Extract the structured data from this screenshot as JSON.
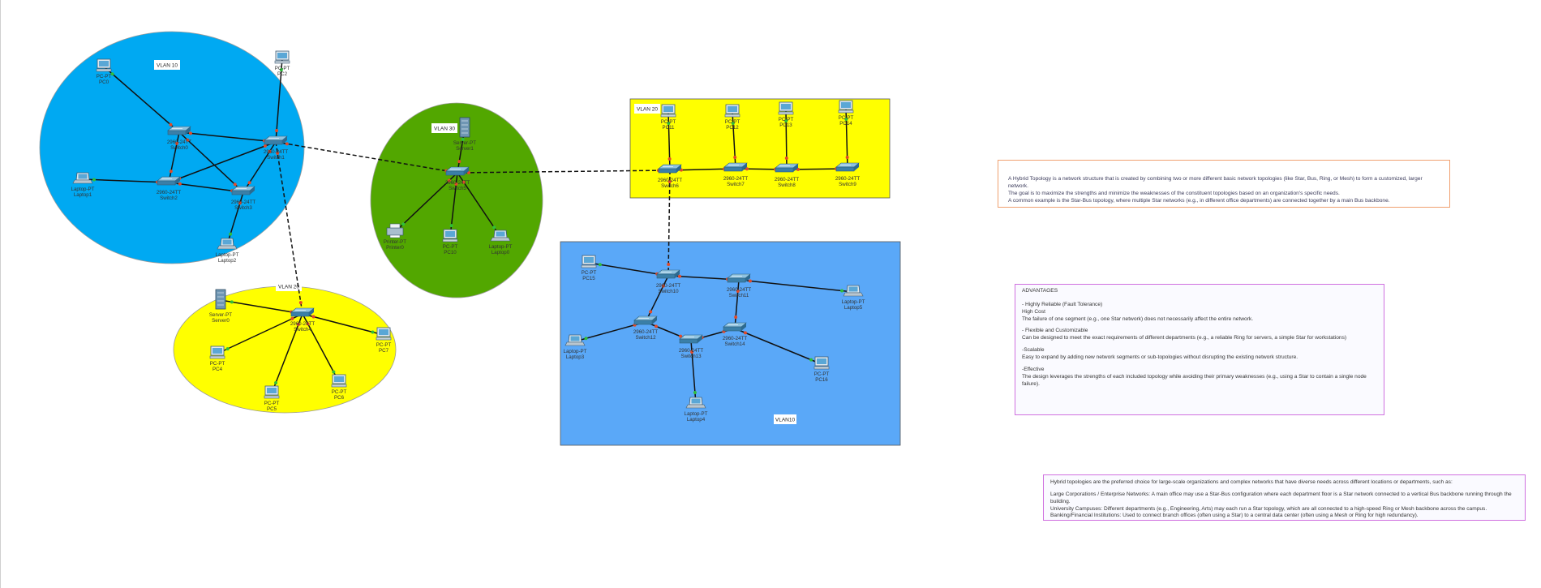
{
  "zones": [
    {
      "id": "z-vlan10-left",
      "label": "VLAN 10",
      "fill": "#00a9f2"
    },
    {
      "id": "z-vlan30",
      "label": "VLAN 30",
      "fill": "#52a700"
    },
    {
      "id": "z-vlan20-left",
      "label": "VLAN 20",
      "fill": "#ffff00"
    },
    {
      "id": "z-vlan20-right",
      "label": "VLAN 20",
      "fill": "#ffff00"
    },
    {
      "id": "z-vlan10-right",
      "label": "VLAN10",
      "fill": "#5aa8f8"
    }
  ],
  "devices": [
    {
      "id": "PC0",
      "type": "pc",
      "model": "PC-PT",
      "name": "PC0"
    },
    {
      "id": "PC2",
      "type": "pc",
      "model": "PC-PT",
      "name": "PC2"
    },
    {
      "id": "Switch0",
      "type": "switch",
      "model": "2960-24TT",
      "name": "Switch0"
    },
    {
      "id": "Switch1",
      "type": "switch",
      "model": "2960-24TT",
      "name": "Switch1"
    },
    {
      "id": "Switch2",
      "type": "switch",
      "model": "2960-24TT",
      "name": "Switch2"
    },
    {
      "id": "Switch3",
      "type": "switch",
      "model": "2960-24TT",
      "name": "Switch3"
    },
    {
      "id": "Laptop1",
      "type": "laptop",
      "model": "Laptop-PT",
      "name": "Laptop1"
    },
    {
      "id": "Laptop2",
      "type": "laptop",
      "model": "Laptop-PT",
      "name": "Laptop2"
    },
    {
      "id": "Server1",
      "type": "server",
      "model": "Server-PT",
      "name": "Server1"
    },
    {
      "id": "Switch5",
      "type": "switch",
      "model": "2960-24TT",
      "name": "Switch5"
    },
    {
      "id": "Printer0",
      "type": "printer",
      "model": "Printer-PT",
      "name": "Printer0"
    },
    {
      "id": "PC10",
      "type": "pc",
      "model": "PC-PT",
      "name": "PC10"
    },
    {
      "id": "Laptop0",
      "type": "laptop",
      "model": "Laptop-PT",
      "name": "Laptop0"
    },
    {
      "id": "Server0",
      "type": "server",
      "model": "Server-PT",
      "name": "Server0"
    },
    {
      "id": "Switch4",
      "type": "switch",
      "model": "2960-24TT",
      "name": "Switch4"
    },
    {
      "id": "PC4",
      "type": "pc",
      "model": "PC-PT",
      "name": "PC4"
    },
    {
      "id": "PC5",
      "type": "pc",
      "model": "PC-PT",
      "name": "PC5"
    },
    {
      "id": "PC6",
      "type": "pc",
      "model": "PC-PT",
      "name": "PC6"
    },
    {
      "id": "PC7",
      "type": "pc",
      "model": "PC-PT",
      "name": "PC7"
    },
    {
      "id": "PC11",
      "type": "pc",
      "model": "PC-PT",
      "name": "PC11"
    },
    {
      "id": "PC12",
      "type": "pc",
      "model": "PC-PT",
      "name": "PC12"
    },
    {
      "id": "PC13",
      "type": "pc",
      "model": "PC-PT",
      "name": "PC13"
    },
    {
      "id": "PC14",
      "type": "pc",
      "model": "PC-PT",
      "name": "PC14"
    },
    {
      "id": "Switch6",
      "type": "switch",
      "model": "2960-24TT",
      "name": "Switch6"
    },
    {
      "id": "Switch7",
      "type": "switch",
      "model": "2960-24TT",
      "name": "Switch7"
    },
    {
      "id": "Switch8",
      "type": "switch",
      "model": "2960-24TT",
      "name": "Switch8"
    },
    {
      "id": "Switch9",
      "type": "switch",
      "model": "2960-24TT",
      "name": "Switch9"
    },
    {
      "id": "PC15",
      "type": "pc",
      "model": "PC-PT",
      "name": "PC15"
    },
    {
      "id": "Switch10",
      "type": "switch",
      "model": "2960-24TT",
      "name": "Switch10"
    },
    {
      "id": "Switch11",
      "type": "switch",
      "model": "2960-24TT",
      "name": "Switch11"
    },
    {
      "id": "Laptop5",
      "type": "laptop",
      "model": "Laptop-PT",
      "name": "Laptop5"
    },
    {
      "id": "Switch12",
      "type": "switch",
      "model": "2960-24TT",
      "name": "Switch12"
    },
    {
      "id": "Switch13",
      "type": "switch",
      "model": "2960-24TT",
      "name": "Switch13"
    },
    {
      "id": "Switch14",
      "type": "switch",
      "model": "2960-24TT",
      "name": "Switch14"
    },
    {
      "id": "Laptop3",
      "type": "laptop",
      "model": "Laptop-PT",
      "name": "Laptop3"
    },
    {
      "id": "PC16",
      "type": "pc",
      "model": "PC-PT",
      "name": "PC16"
    },
    {
      "id": "Laptop4",
      "type": "laptop",
      "model": "Laptop-PT",
      "name": "Laptop4"
    }
  ],
  "links": [
    {
      "from": "PC0",
      "to": "Switch0",
      "style": "solid"
    },
    {
      "from": "PC2",
      "to": "Switch1",
      "style": "solid"
    },
    {
      "from": "Switch0",
      "to": "Switch1",
      "style": "solid"
    },
    {
      "from": "Switch0",
      "to": "Switch2",
      "style": "solid"
    },
    {
      "from": "Switch0",
      "to": "Switch3",
      "style": "solid"
    },
    {
      "from": "Switch1",
      "to": "Switch2",
      "style": "solid"
    },
    {
      "from": "Switch1",
      "to": "Switch3",
      "style": "solid"
    },
    {
      "from": "Switch2",
      "to": "Switch3",
      "style": "solid"
    },
    {
      "from": "Laptop1",
      "to": "Switch2",
      "style": "solid"
    },
    {
      "from": "Laptop2",
      "to": "Switch3",
      "style": "solid"
    },
    {
      "from": "Switch1",
      "to": "Switch5",
      "style": "dashed"
    },
    {
      "from": "Switch1",
      "to": "Switch4",
      "style": "dashed"
    },
    {
      "from": "Server1",
      "to": "Switch5",
      "style": "solid"
    },
    {
      "from": "Printer0",
      "to": "Switch5",
      "style": "solid"
    },
    {
      "from": "PC10",
      "to": "Switch5",
      "style": "solid"
    },
    {
      "from": "Laptop0",
      "to": "Switch5",
      "style": "solid"
    },
    {
      "from": "Switch5",
      "to": "Switch6",
      "style": "dashed"
    },
    {
      "from": "Server0",
      "to": "Switch4",
      "style": "solid"
    },
    {
      "from": "PC4",
      "to": "Switch4",
      "style": "solid"
    },
    {
      "from": "PC5",
      "to": "Switch4",
      "style": "solid"
    },
    {
      "from": "PC6",
      "to": "Switch4",
      "style": "solid"
    },
    {
      "from": "PC7",
      "to": "Switch4",
      "style": "solid"
    },
    {
      "from": "PC11",
      "to": "Switch6",
      "style": "solid"
    },
    {
      "from": "PC12",
      "to": "Switch7",
      "style": "solid"
    },
    {
      "from": "PC13",
      "to": "Switch8",
      "style": "solid"
    },
    {
      "from": "PC14",
      "to": "Switch9",
      "style": "solid"
    },
    {
      "from": "Switch6",
      "to": "Switch7",
      "style": "solid"
    },
    {
      "from": "Switch7",
      "to": "Switch8",
      "style": "solid"
    },
    {
      "from": "Switch8",
      "to": "Switch9",
      "style": "solid"
    },
    {
      "from": "Switch6",
      "to": "Switch10",
      "style": "dashed"
    },
    {
      "from": "PC15",
      "to": "Switch10",
      "style": "solid"
    },
    {
      "from": "Switch10",
      "to": "Switch11",
      "style": "solid"
    },
    {
      "from": "Switch11",
      "to": "Laptop5",
      "style": "solid"
    },
    {
      "from": "Switch10",
      "to": "Switch12",
      "style": "solid"
    },
    {
      "from": "Switch11",
      "to": "Switch14",
      "style": "solid"
    },
    {
      "from": "Switch12",
      "to": "Switch13",
      "style": "solid"
    },
    {
      "from": "Switch13",
      "to": "Switch14",
      "style": "solid"
    },
    {
      "from": "Laptop3",
      "to": "Switch12",
      "style": "solid"
    },
    {
      "from": "Switch14",
      "to": "PC16",
      "style": "solid"
    },
    {
      "from": "Switch13",
      "to": "Laptop4",
      "style": "solid"
    }
  ],
  "notes": {
    "definition": [
      "A Hybrid Topology is a network structure that is created by combining two or more different basic network topologies (like Star, Bus, Ring, or Mesh) to form a customized, larger network.",
      "The goal is to maximize the strengths and minimize the weaknesses of the constituent topologies based on an organization's specific needs.",
      "A common example is the Star-Bus topology, where multiple Star networks (e.g., in different office departments) are connected together by a main Bus backbone."
    ],
    "advantages_title": "ADVANTAGES",
    "advantages": [
      "- Highly Reliable (Fault Tolerance)",
      "High Cost",
      "The failure of one segment (e.g., one Star network) does not necessarily affect the entire network.",
      "",
      "- Flexible and Customizable",
      "Can be designed to meet the exact requirements of different departments (e.g., a reliable Ring for servers, a simple Star for workstations)",
      "",
      "-Scalable",
      "Easy to expand by adding new network segments or sub-topologies without disrupting the existing network structure.",
      "",
      "-Effective",
      "The design leverages the strengths of each included topology while avoiding their primary weaknesses (e.g., using a Star to contain a single node failure)."
    ],
    "usage": [
      "Hybrid topologies are the preferred choice for large-scale organizations and complex networks that have diverse needs across different locations or departments, such as:",
      "",
      "Large Corporations / Enterprise Networks: A main office may use a Star-Bus configuration where each department floor is a Star network connected to a vertical Bus backbone running through the building.",
      "University Campuses: Different departments (e.g., Engineering, Arts) may each run a Star topology, which are all connected to a high-speed Ring or Mesh backbone across the campus.",
      "Banking/Financial Institutions: Used to connect branch offices (often using a Star) to a central data center (often using a Mesh or Ring for high redundancy)."
    ]
  },
  "colors": {
    "link": "#111111",
    "port_up": "#2fbf3a",
    "port_down": "#e24a2a",
    "device_body": "#4a90c0",
    "label": "#333333"
  }
}
